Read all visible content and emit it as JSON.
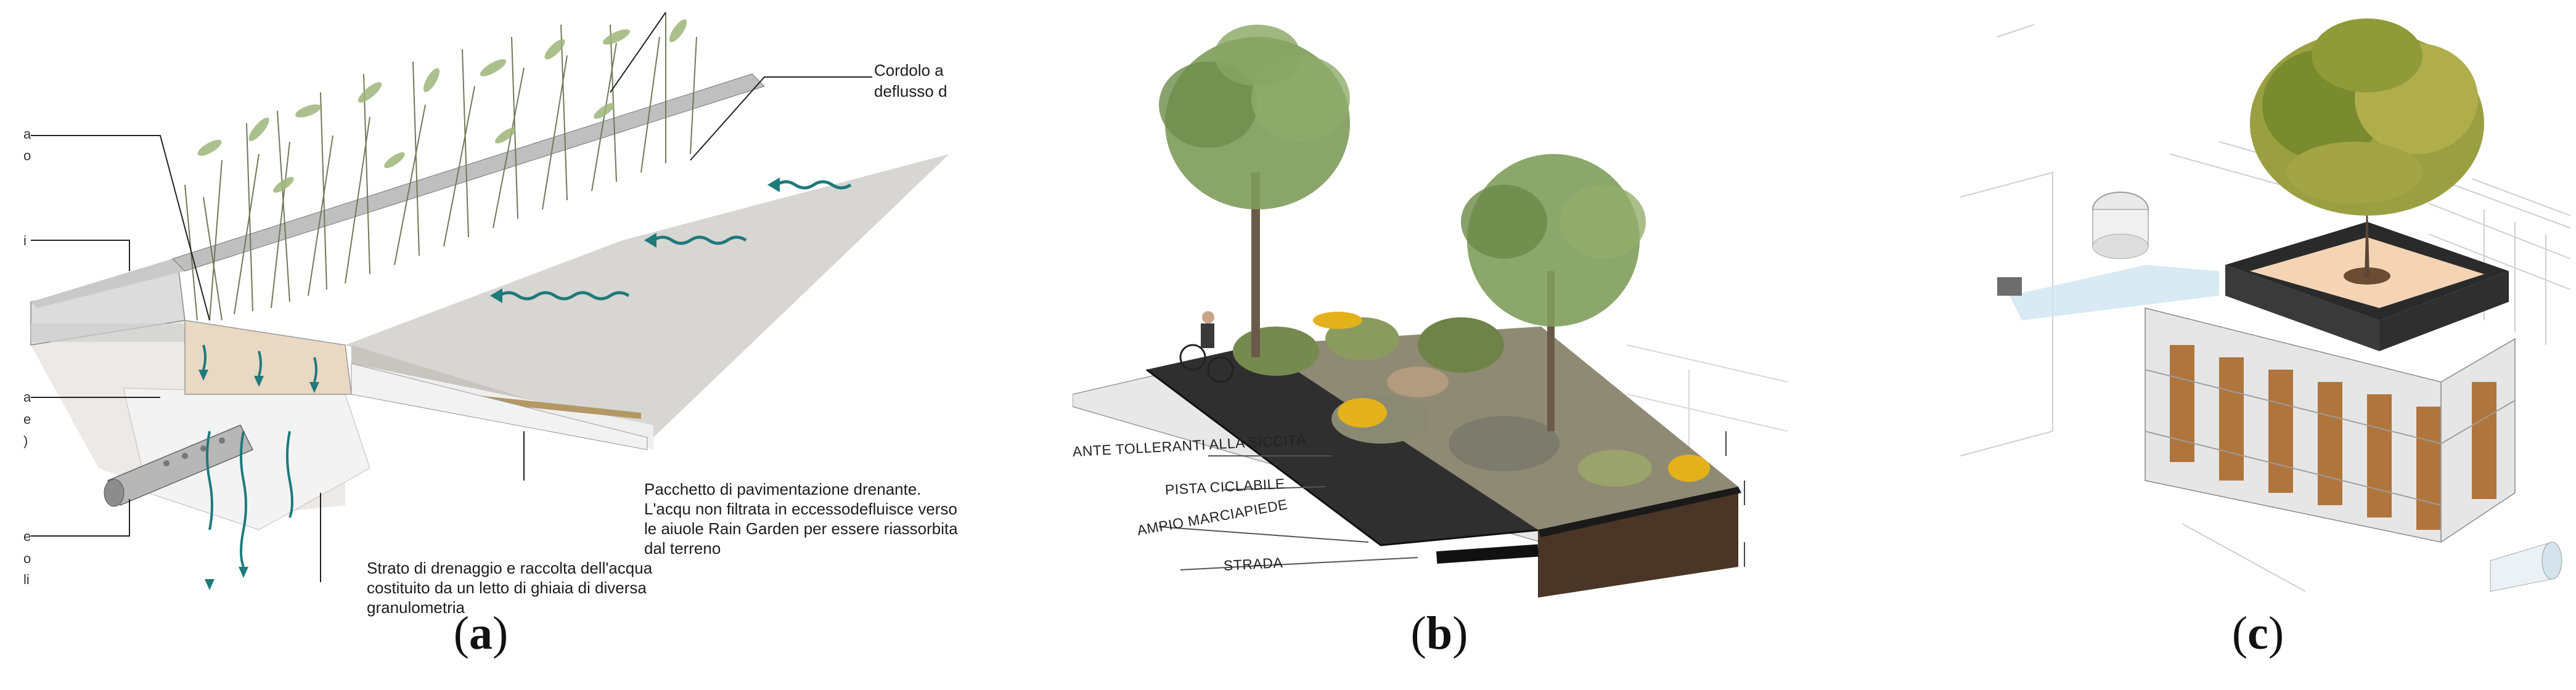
{
  "panels": [
    {
      "id": "a",
      "caption_open": "(",
      "caption_letter": "a",
      "caption_close": ")",
      "labels": {
        "curb": "Cordolo a",
        "curb2": "deflusso d",
        "pavement": "Pacchetto di pavimentazione drenante. L'acqu non filtrata in eccessodefluisce verso le aiuole Rain Garden per essere riassorbita dal terreno",
        "drainage": "Strato di drenaggio e raccolta dell'acqua costituito da un letto di ghiaia di diversa granulometria"
      },
      "left_fragments": [
        "a",
        "o",
        "i",
        "a",
        "e",
        ")",
        "e",
        "o",
        "li"
      ]
    },
    {
      "id": "b",
      "caption_open": "(",
      "caption_letter": "b",
      "caption_close": ")",
      "tags": {
        "plants": "ANTE TOLLERANTI ALLA SICCITÀ",
        "bike": "PISTA CICLABILE",
        "sidewalk": "AMPIO MARCIAPIEDE",
        "road": "STRADA"
      }
    },
    {
      "id": "c",
      "caption_open": "(",
      "caption_letter": "c",
      "caption_close": ")"
    }
  ],
  "colors": {
    "water_arrow": "#1f7a7a",
    "soil": "#e9d9c4",
    "pavement_top": "#d4d4d4",
    "grass": "#8fa86a",
    "tree": "#5d7f3d",
    "planter_box": "#2a2a2a",
    "crate_fill": "#b0753c"
  }
}
